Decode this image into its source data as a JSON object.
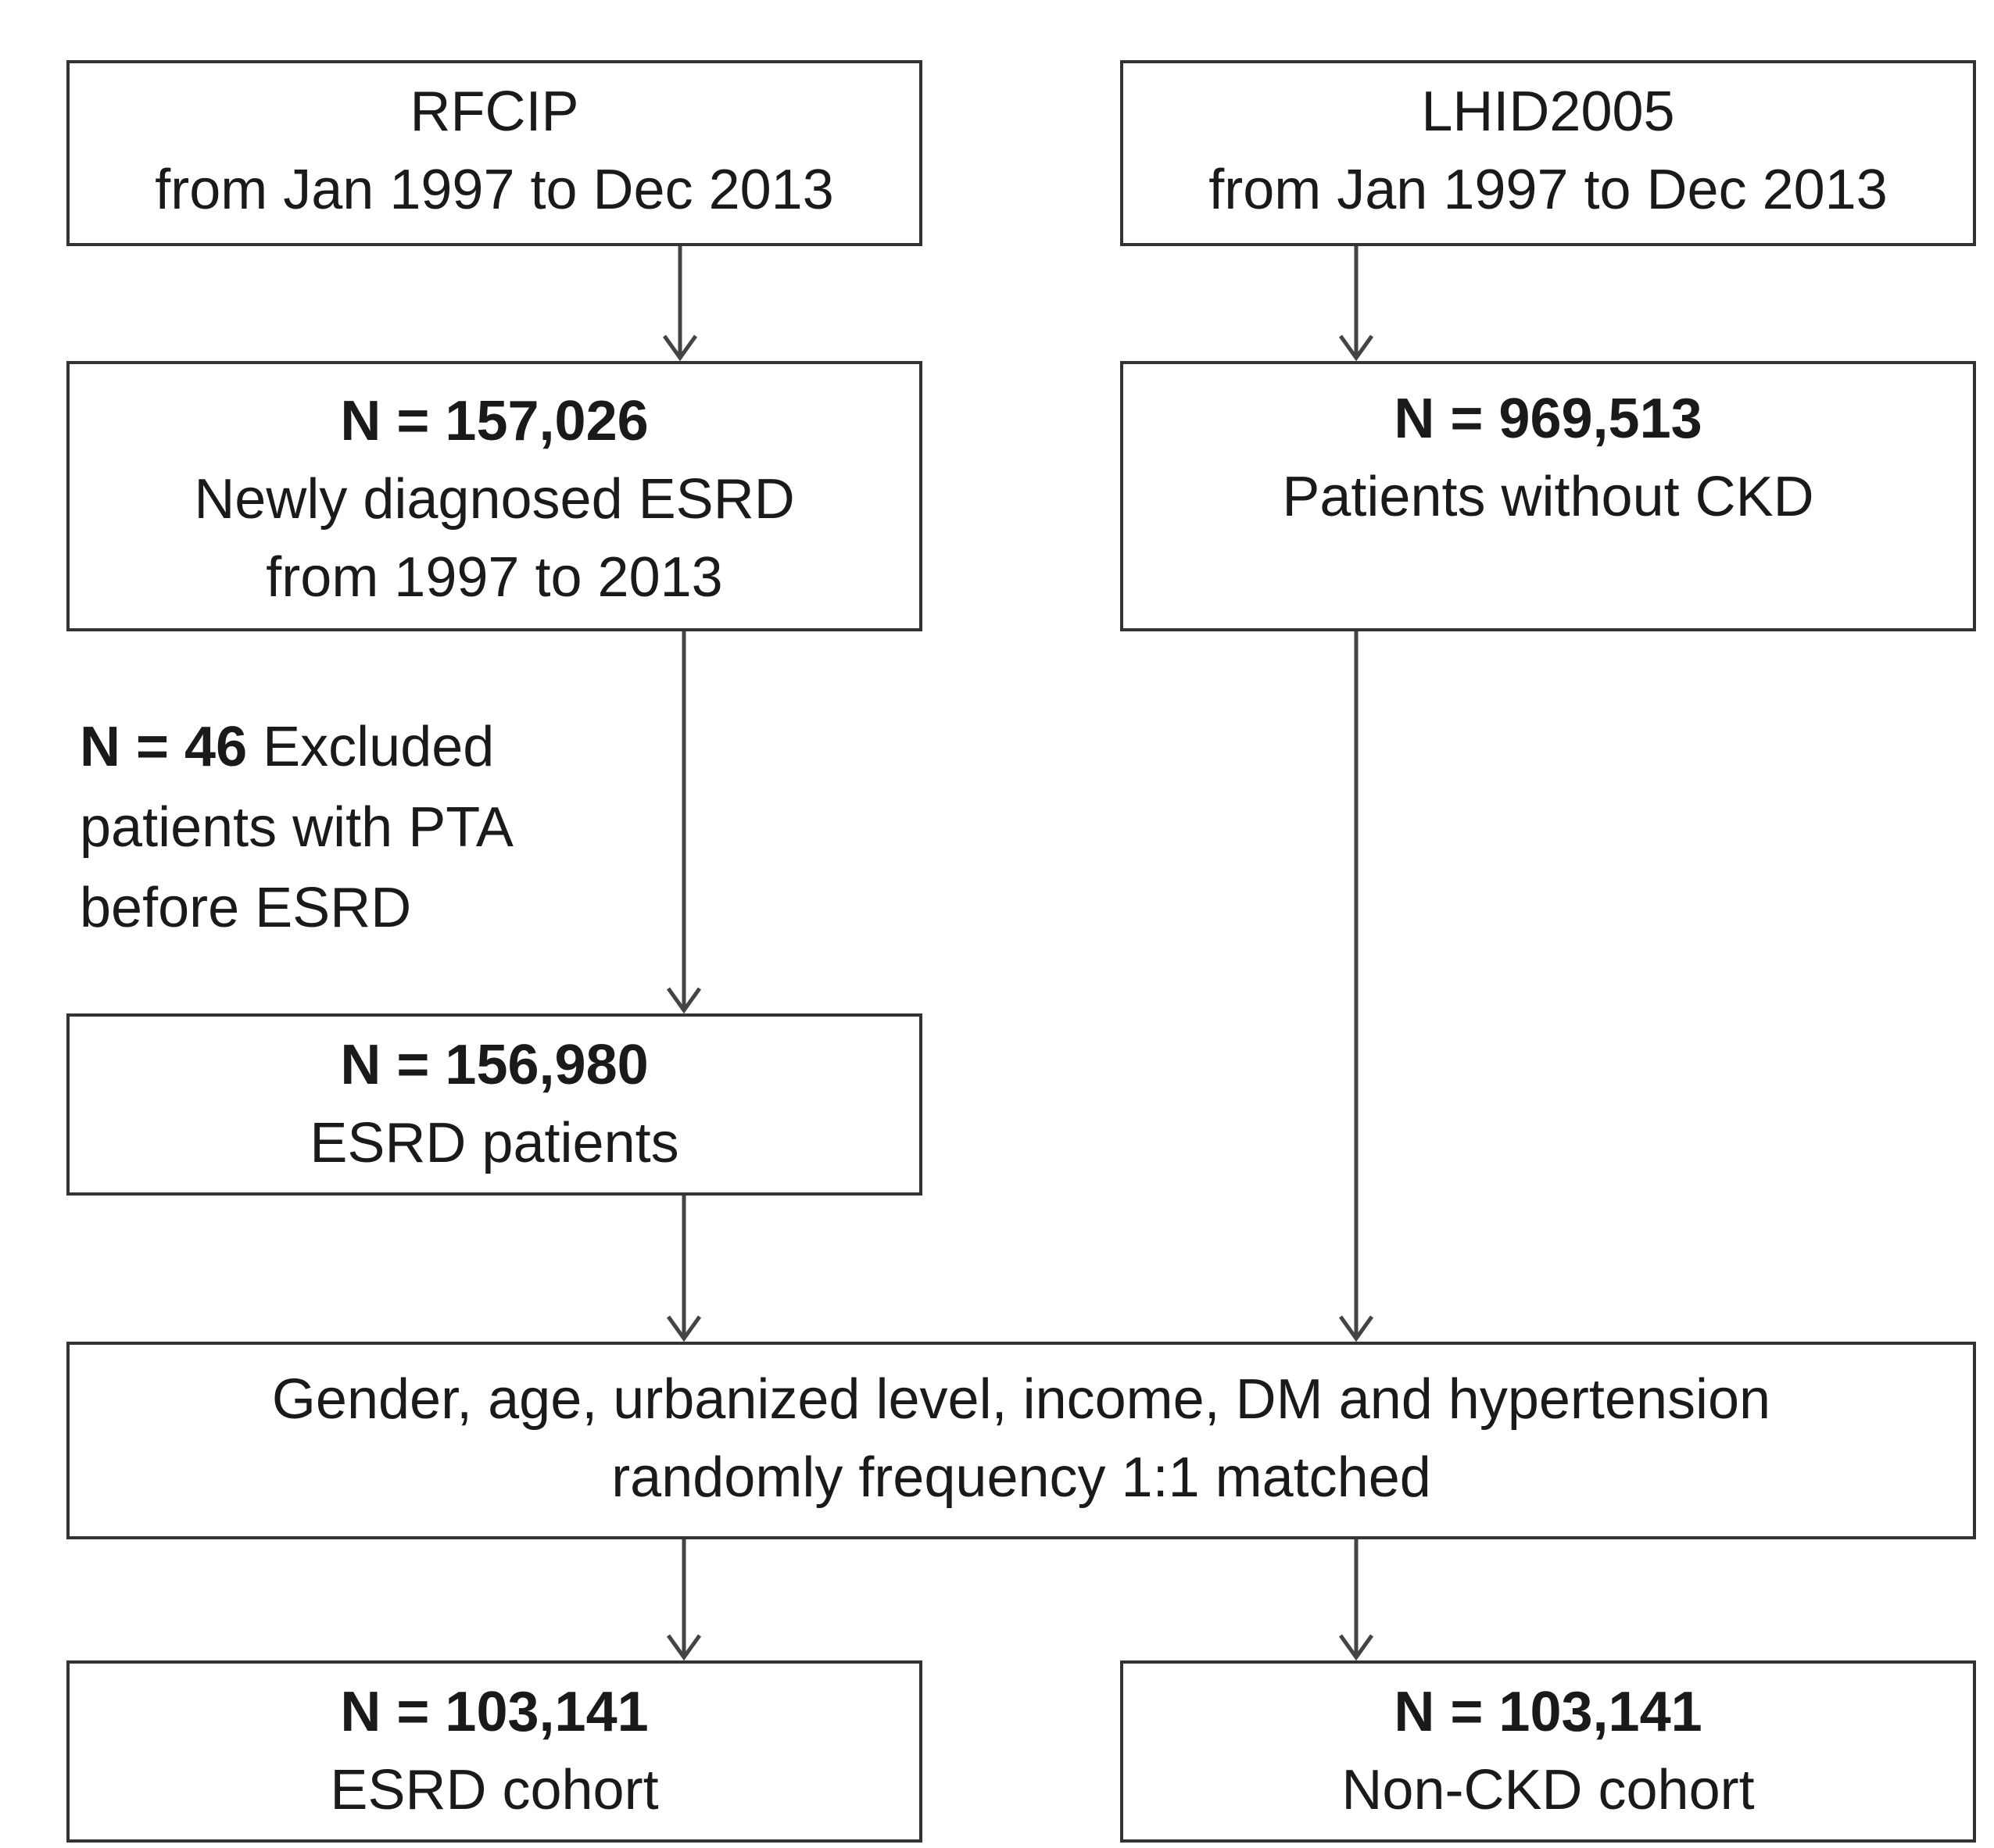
{
  "boxes": {
    "rfcip": {
      "line1": "RFCIP",
      "line2": "from Jan 1997 to Dec 2013"
    },
    "lhid": {
      "line1": "LHID2005",
      "line2": "from Jan 1997 to Dec 2013"
    },
    "esrd_new": {
      "n": "N = 157,026",
      "line1": "Newly diagnosed ESRD",
      "line2": "from 1997 to 2013"
    },
    "no_ckd": {
      "n": "N = 969,513",
      "line1": "Patients without CKD"
    },
    "esrd_patients": {
      "n": "N = 156,980",
      "line1": "ESRD patients"
    },
    "matching": {
      "line1": "Gender, age, urbanized level, income, DM and hypertension",
      "line2": "randomly frequency 1:1 matched"
    },
    "esrd_cohort": {
      "n": "N = 103,141",
      "line1": "ESRD cohort"
    },
    "nonckd_cohort": {
      "n": "N = 103,141",
      "line1": "Non-CKD cohort"
    }
  },
  "exclusion": {
    "n": "N = 46",
    "line1_rest": " Excluded",
    "line2": "patients with PTA",
    "line3": "before ESRD"
  }
}
